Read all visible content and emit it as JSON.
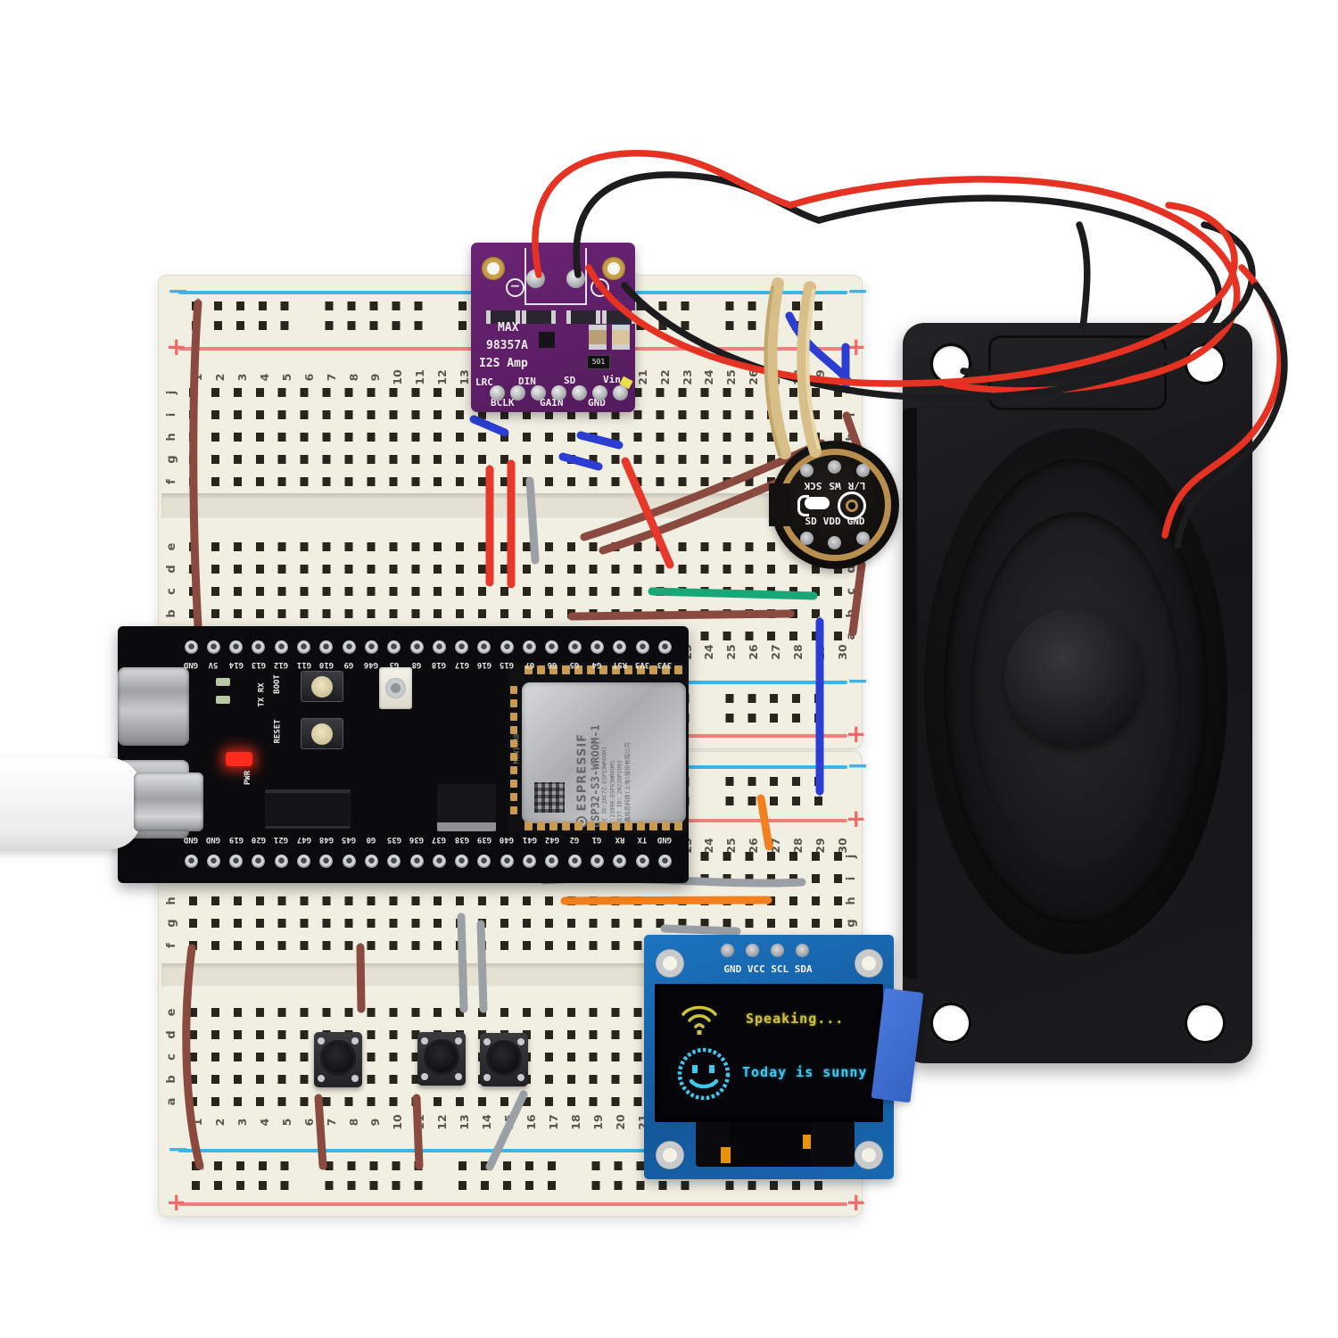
{
  "scene": {
    "description": "ESP32-S3 voice-assistant breadboard prototype with I2S amplifier, microphone, OLED display and speaker"
  },
  "colors": {
    "hole": "#29251d",
    "rail_blue": "#3cb4e6",
    "rail_red": "#f2807d",
    "wire_brown": "#8a4a40",
    "wire_red": "#e8372b",
    "wire_blue": "#2c3ed1",
    "wire_green": "#18a878",
    "wire_gray": "#9aa0a6",
    "wire_orange": "#f2801e",
    "speaker_cable_red": "#e63222",
    "speaker_cable_black": "#1c1c1e",
    "rubber_band": "#d8bf8a",
    "amp_pcb": "#531b5c",
    "oled_pcb": "#1868b2",
    "oled_yellow": "#cfc23a",
    "oled_cyan": "#3fc8ee",
    "pwr_led": "#ff2a1e"
  },
  "breadboard": {
    "column_numbers": [
      "1",
      "2",
      "3",
      "4",
      "5",
      "6",
      "7",
      "8",
      "9",
      "10",
      "11",
      "12",
      "13",
      "14",
      "15",
      "16",
      "17",
      "18",
      "19",
      "20",
      "21",
      "22",
      "23",
      "24",
      "25",
      "26",
      "27",
      "28",
      "29",
      "30"
    ],
    "letters_top_block": [
      "j",
      "i",
      "h",
      "g",
      "f"
    ],
    "letters_bottom_block": [
      "e",
      "d",
      "c",
      "b",
      "a"
    ],
    "minus": "−",
    "plus": "+"
  },
  "amp_board": {
    "chip_label_lines": [
      "MAX",
      "98357A",
      "I2S Amp"
    ],
    "pins_top": [
      "LRC",
      "DIN",
      "SD",
      "Vin"
    ],
    "pins_bottom": [
      "BCLK",
      "GAIN",
      "GND"
    ],
    "terminal_minus": "−",
    "terminal_plus": "+",
    "smd_code": "501"
  },
  "mic_module": {
    "pins_top": [
      "L/R",
      "WS",
      "SCK"
    ],
    "pins_bottom": [
      "SD",
      "VDD",
      "GND"
    ]
  },
  "esp32_board": {
    "top_pins": [
      "GND",
      "5V",
      "G14",
      "G13",
      "G12",
      "G11",
      "G10",
      "G9",
      "G46",
      "G3",
      "G8",
      "G18",
      "G17",
      "G16",
      "G15",
      "G7",
      "G6",
      "G5",
      "G4",
      "RST",
      "3V3",
      "3V3"
    ],
    "bottom_pins": [
      "GND",
      "GND",
      "G19",
      "G20",
      "G21",
      "G47",
      "G48",
      "G45",
      "G0",
      "G35",
      "G36",
      "G37",
      "G38",
      "G39",
      "G40",
      "G41",
      "G42",
      "G2",
      "G1",
      "RX",
      "TX",
      "GND"
    ],
    "labels": {
      "boot": "BOOT",
      "reset": "RESET",
      "pwr": "PWR",
      "txrx": "TX RX"
    },
    "module": {
      "brand": "ESPRESSIF",
      "model": "ESP32-S3-WROOM-1",
      "fcc": "FCC ID:2AC7Z-ESPS3WROOM1",
      "ic": "IC:21098-ESPS3WROOM1",
      "cmiit": "CMIIT ID: 2022DP2892",
      "cn": "乐鑫信息科技(上海)股份有限公司",
      "part_code": "MCN16R8"
    }
  },
  "oled_module": {
    "pin_label": "GND VCC SCL SDA",
    "status_text": "Speaking...",
    "message_text": "Today is sunny"
  }
}
